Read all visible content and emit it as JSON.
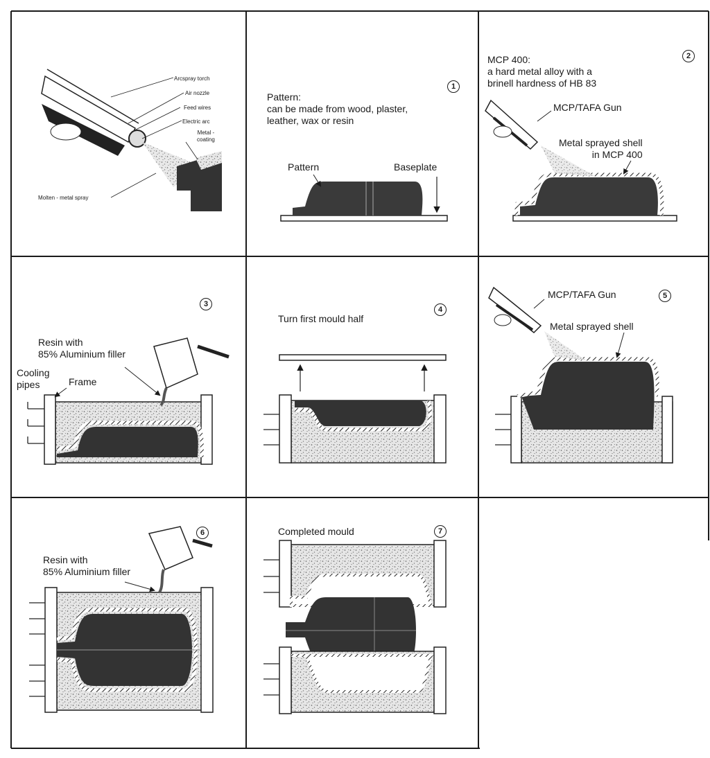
{
  "colors": {
    "ink": "#1a1a1a",
    "pattern": "#3a3a3a",
    "resin": "#d9d9d9",
    "paper": "#ffffff"
  },
  "panel0": {
    "labels": [
      "Arcspray torch",
      "Air nozzle",
      "Feed wires",
      "Electric arc",
      "Metal -\ncoating",
      "Molten - metal spray"
    ]
  },
  "panel1": {
    "step": "1",
    "note": "Pattern:\ncan be made from wood, plaster,\nleather, wax or resin",
    "pattern_label": "Pattern",
    "baseplate_label": "Baseplate"
  },
  "panel2": {
    "step": "2",
    "note": "MCP 400:\na hard metal alloy with a\nbrinell hardness of HB 83",
    "gun_label": "MCP/TAFA Gun",
    "shell_label": "Metal sprayed shell\nin MCP 400"
  },
  "panel3": {
    "step": "3",
    "resin_label": "Resin with\n85% Aluminium filler",
    "cooling_label": "Cooling\npipes",
    "frame_label": "Frame"
  },
  "panel4": {
    "step": "4",
    "note": "Turn first mould half"
  },
  "panel5": {
    "step": "5",
    "gun_label": "MCP/TAFA Gun",
    "shell_label": "Metal sprayed shell"
  },
  "panel6": {
    "step": "6",
    "resin_label": "Resin with\n85% Aluminium filler"
  },
  "panel7": {
    "step": "7",
    "note": "Completed mould"
  }
}
